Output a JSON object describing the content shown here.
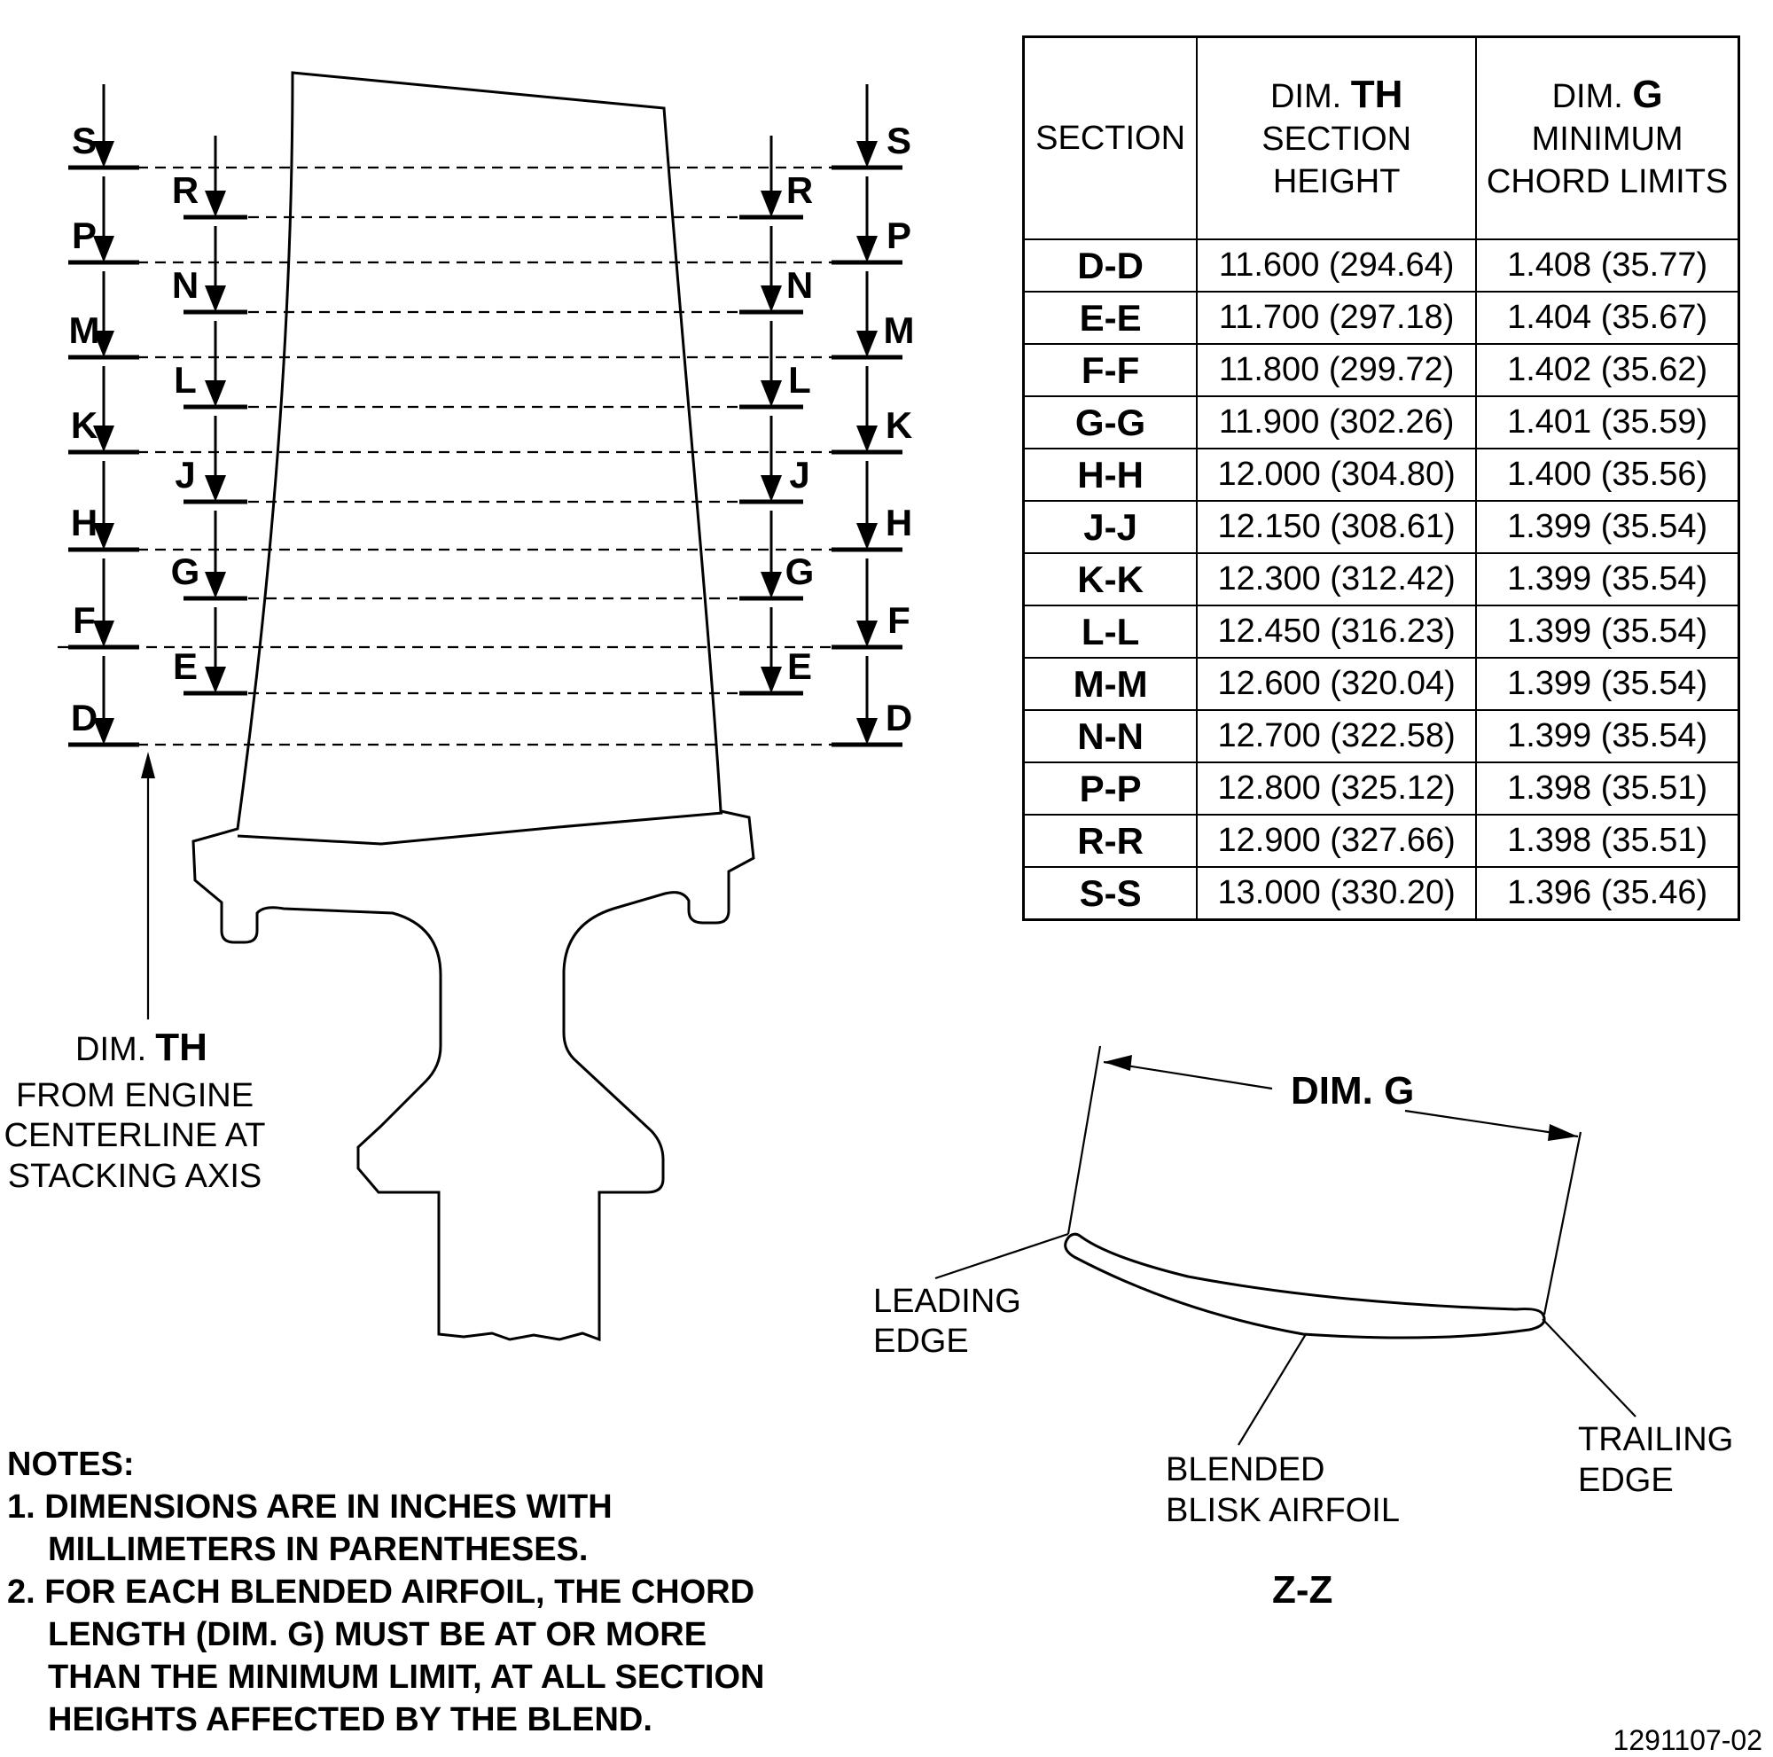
{
  "blade_diagram": {
    "left_outer_sections": [
      "S",
      "P",
      "M",
      "K",
      "H",
      "F",
      "D"
    ],
    "left_inner_sections": [
      "R",
      "N",
      "L",
      "J",
      "G",
      "E"
    ],
    "right_inner_sections": [
      "R",
      "N",
      "L",
      "J",
      "G",
      "E"
    ],
    "right_outer_sections": [
      "S",
      "P",
      "M",
      "K",
      "H",
      "F",
      "D"
    ],
    "dim_th_callout": {
      "prefix": "DIM.",
      "emphasis": "TH",
      "line1": "FROM ENGINE",
      "line2": "CENTERLINE AT",
      "line3": "STACKING AXIS"
    }
  },
  "table": {
    "headers": {
      "section": "SECTION",
      "th_prefix": "DIM.",
      "th_bold": "TH",
      "th_line1": "SECTION",
      "th_line2": "HEIGHT",
      "g_prefix": "DIM.",
      "g_bold": "G",
      "g_line1": "MINIMUM",
      "g_line2": "CHORD LIMITS"
    },
    "rows": [
      {
        "section": "D-D",
        "height": "11.600 (294.64)",
        "chord": "1.408 (35.77)"
      },
      {
        "section": "E-E",
        "height": "11.700 (297.18)",
        "chord": "1.404 (35.67)"
      },
      {
        "section": "F-F",
        "height": "11.800 (299.72)",
        "chord": "1.402 (35.62)"
      },
      {
        "section": "G-G",
        "height": "11.900 (302.26)",
        "chord": "1.401 (35.59)"
      },
      {
        "section": "H-H",
        "height": "12.000 (304.80)",
        "chord": "1.400 (35.56)"
      },
      {
        "section": "J-J",
        "height": "12.150 (308.61)",
        "chord": "1.399 (35.54)"
      },
      {
        "section": "K-K",
        "height": "12.300 (312.42)",
        "chord": "1.399 (35.54)"
      },
      {
        "section": "L-L",
        "height": "12.450 (316.23)",
        "chord": "1.399 (35.54)"
      },
      {
        "section": "M-M",
        "height": "12.600 (320.04)",
        "chord": "1.399 (35.54)"
      },
      {
        "section": "N-N",
        "height": "12.700 (322.58)",
        "chord": "1.399 (35.54)"
      },
      {
        "section": "P-P",
        "height": "12.800 (325.12)",
        "chord": "1.398 (35.51)"
      },
      {
        "section": "R-R",
        "height": "12.900 (327.66)",
        "chord": "1.398 (35.51)"
      },
      {
        "section": "S-S",
        "height": "13.000 (330.20)",
        "chord": "1.396 (35.46)"
      }
    ]
  },
  "section_view": {
    "dim_label": "DIM. G",
    "leading_edge": [
      "LEADING",
      "EDGE"
    ],
    "trailing_edge": [
      "TRAILING",
      "EDGE"
    ],
    "airfoil": [
      "BLENDED",
      "BLISK AIRFOIL"
    ],
    "title": "Z-Z"
  },
  "notes": {
    "heading": "NOTES:",
    "items": [
      "1. DIMENSIONS ARE IN INCHES WITH MILLIMETERS IN PARENTHESES.",
      "2. FOR EACH BLENDED AIRFOIL, THE CHORD LENGTH (DIM. G) MUST BE AT OR MORE THAN THE MINIMUM LIMIT, AT ALL SECTION HEIGHTS AFFECTED BY THE BLEND."
    ]
  },
  "drawing_number": "1291107-02"
}
